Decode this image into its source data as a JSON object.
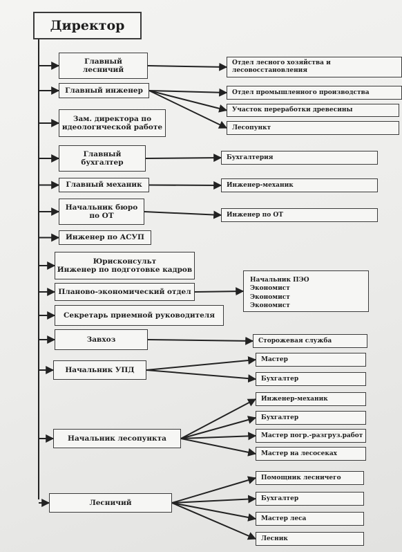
{
  "root": {
    "label": "Директор"
  },
  "departments": [
    {
      "id": "d1",
      "label": "Главный\nлесничий"
    },
    {
      "id": "d2",
      "label": "Главный инженер"
    },
    {
      "id": "d3",
      "label": "Зам. директора по\nидеологической работе"
    },
    {
      "id": "d4",
      "label": "Главный\nбухгалтер"
    },
    {
      "id": "d5",
      "label": "Главный механик"
    },
    {
      "id": "d6",
      "label": "Начальник бюро\nпо ОТ"
    },
    {
      "id": "d7",
      "label": "Инженер по АСУП"
    },
    {
      "id": "d8",
      "label": "Юрисконсульт\nИнженер по подготовке кадров"
    },
    {
      "id": "d9",
      "label": "Планово-экономический отдел"
    },
    {
      "id": "d10",
      "label": "Секретарь приемной руководителя"
    },
    {
      "id": "d11",
      "label": "Завхоз"
    },
    {
      "id": "d12",
      "label": "Начальник УПД"
    },
    {
      "id": "d13",
      "label": "Начальник лесопункта"
    },
    {
      "id": "d14",
      "label": "Лесничий"
    }
  ],
  "units": [
    {
      "id": "u1",
      "label": "Отдел лесного хозяйства и\nлесовосстановления"
    },
    {
      "id": "u2",
      "label": "Отдел промышленного производства"
    },
    {
      "id": "u3",
      "label": "Участок переработки древесины"
    },
    {
      "id": "u4",
      "label": "Лесопункт"
    },
    {
      "id": "u5",
      "label": "Бухгалтерия"
    },
    {
      "id": "u6",
      "label": "Инженер-механик"
    },
    {
      "id": "u7",
      "label": "Инженер по ОТ"
    },
    {
      "id": "u8",
      "label": "Начальник ПЭО\nЭкономист\nЭкономист\nЭкономист"
    },
    {
      "id": "u9",
      "label": "Сторожевая служба"
    },
    {
      "id": "u10",
      "label": "Мастер"
    },
    {
      "id": "u11",
      "label": "Бухгалтер"
    },
    {
      "id": "u12",
      "label": "Инженер-механик"
    },
    {
      "id": "u13",
      "label": "Бухгалтер"
    },
    {
      "id": "u14",
      "label": "Мастер погр.-разгруз.работ"
    },
    {
      "id": "u15",
      "label": "Мастер на лесосеках"
    },
    {
      "id": "u16",
      "label": "Помощник лесничего"
    },
    {
      "id": "u17",
      "label": "Бухгалтер"
    },
    {
      "id": "u18",
      "label": "Мастер леса"
    },
    {
      "id": "u19",
      "label": "Лесник"
    }
  ],
  "links": [
    [
      "d1",
      "u1"
    ],
    [
      "d2",
      "u2"
    ],
    [
      "d2",
      "u3"
    ],
    [
      "d2",
      "u4"
    ],
    [
      "d4",
      "u5"
    ],
    [
      "d5",
      "u6"
    ],
    [
      "d6",
      "u7"
    ],
    [
      "d9",
      "u8"
    ],
    [
      "d11",
      "u9"
    ],
    [
      "d12",
      "u10"
    ],
    [
      "d12",
      "u11"
    ],
    [
      "d13",
      "u12"
    ],
    [
      "d13",
      "u13"
    ],
    [
      "d13",
      "u14"
    ],
    [
      "d13",
      "u15"
    ],
    [
      "d14",
      "u16"
    ],
    [
      "d14",
      "u17"
    ],
    [
      "d14",
      "u18"
    ],
    [
      "d14",
      "u19"
    ]
  ]
}
